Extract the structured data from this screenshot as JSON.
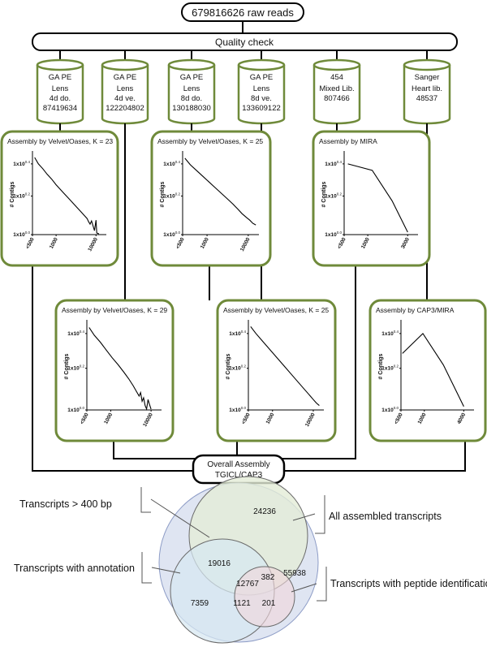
{
  "top": {
    "raw_reads": "679816626 raw reads",
    "quality_check": "Quality check"
  },
  "libraries": [
    {
      "tech": "GA PE",
      "lines": [
        "Lens",
        "4d do.",
        "87419634"
      ]
    },
    {
      "tech": "GA PE",
      "lines": [
        "Lens",
        "4d ve.",
        "122204802"
      ]
    },
    {
      "tech": "GA PE",
      "lines": [
        "Lens",
        "8d do.",
        "130188030"
      ]
    },
    {
      "tech": "GA PE",
      "lines": [
        "Lens",
        "8d ve.",
        "133609122"
      ]
    },
    {
      "tech": "454",
      "lines": [
        "Mixed Lib.",
        "807466"
      ]
    },
    {
      "tech": "Sanger",
      "lines": [
        "Heart lib.",
        "48537"
      ]
    }
  ],
  "chart_data": [
    {
      "type": "line",
      "title": "Assembly by Velvet/Oases, K = 23",
      "ylabel": "# Contigs",
      "y_ticks": [
        "1x10^0.4",
        "1x10^0.2",
        "1x10^0.0"
      ],
      "x_ticks": [
        "<500",
        "1000",
        "10000"
      ],
      "points": [
        [
          0.03,
          0.04
        ],
        [
          0.08,
          0.12
        ],
        [
          0.14,
          0.18
        ],
        [
          0.2,
          0.25
        ],
        [
          0.26,
          0.31
        ],
        [
          0.32,
          0.38
        ],
        [
          0.38,
          0.44
        ],
        [
          0.44,
          0.5
        ],
        [
          0.5,
          0.56
        ],
        [
          0.56,
          0.62
        ],
        [
          0.62,
          0.68
        ],
        [
          0.66,
          0.72
        ],
        [
          0.7,
          0.76
        ],
        [
          0.74,
          0.8
        ],
        [
          0.76,
          0.84
        ],
        [
          0.78,
          0.87
        ],
        [
          0.8,
          0.83
        ],
        [
          0.82,
          0.89
        ],
        [
          0.84,
          0.95
        ],
        [
          0.86,
          0.82
        ],
        [
          0.87,
          0.98
        ],
        [
          0.9,
          0.99
        ]
      ]
    },
    {
      "type": "line",
      "title": "Assembly by Velvet/Oases, K = 25",
      "ylabel": "# Contigs",
      "y_ticks": [
        "1x10^0.4",
        "1x10^0.2",
        "1x10^0.0"
      ],
      "x_ticks": [
        "<500",
        "1000",
        "10000"
      ],
      "points": [
        [
          0.03,
          0.05
        ],
        [
          0.1,
          0.13
        ],
        [
          0.18,
          0.2
        ],
        [
          0.26,
          0.27
        ],
        [
          0.34,
          0.34
        ],
        [
          0.42,
          0.41
        ],
        [
          0.5,
          0.48
        ],
        [
          0.58,
          0.55
        ],
        [
          0.66,
          0.62
        ],
        [
          0.72,
          0.68
        ],
        [
          0.78,
          0.74
        ],
        [
          0.84,
          0.79
        ],
        [
          0.88,
          0.82
        ],
        [
          0.92,
          0.86
        ],
        [
          0.96,
          0.88
        ]
      ]
    },
    {
      "type": "line",
      "title": "Assembly by MIRA",
      "ylabel": "# Contigs",
      "y_ticks": [
        "1x10^0.4",
        "1x10^0.2",
        "1x10^0.0"
      ],
      "x_ticks": [
        "<500",
        "1000",
        "3000"
      ],
      "points": [
        [
          0.05,
          0.12
        ],
        [
          0.38,
          0.2
        ],
        [
          0.65,
          0.58
        ],
        [
          0.86,
          0.97
        ]
      ]
    },
    {
      "type": "line",
      "title": "Assembly by Velvet/Oases, K = 29",
      "ylabel": "# Contigs",
      "y_ticks": [
        "1x10^0.4",
        "1x10^0.2",
        "1x10^0.0"
      ],
      "x_ticks": [
        "<500",
        "1000",
        "10000"
      ],
      "points": [
        [
          0.03,
          0.05
        ],
        [
          0.1,
          0.14
        ],
        [
          0.18,
          0.22
        ],
        [
          0.26,
          0.31
        ],
        [
          0.34,
          0.4
        ],
        [
          0.42,
          0.48
        ],
        [
          0.5,
          0.57
        ],
        [
          0.56,
          0.64
        ],
        [
          0.62,
          0.72
        ],
        [
          0.66,
          0.78
        ],
        [
          0.7,
          0.84
        ],
        [
          0.72,
          0.8
        ],
        [
          0.74,
          0.9
        ],
        [
          0.76,
          0.86
        ],
        [
          0.78,
          0.95
        ],
        [
          0.8,
          0.99
        ],
        [
          0.82,
          0.88
        ],
        [
          0.84,
          0.94
        ],
        [
          0.86,
          0.99
        ]
      ]
    },
    {
      "type": "line",
      "title": "Assembly by Velvet/Oases, K = 25",
      "ylabel": "# Contigs",
      "y_ticks": [
        "1x10^0.4",
        "1x10^0.2",
        "1x10^0.0"
      ],
      "x_ticks": [
        "<500",
        "1000",
        "10000"
      ],
      "points": [
        [
          0.03,
          0.04
        ],
        [
          0.1,
          0.12
        ],
        [
          0.18,
          0.2
        ],
        [
          0.26,
          0.28
        ],
        [
          0.34,
          0.36
        ],
        [
          0.42,
          0.44
        ],
        [
          0.5,
          0.52
        ],
        [
          0.58,
          0.6
        ],
        [
          0.66,
          0.68
        ],
        [
          0.74,
          0.76
        ],
        [
          0.8,
          0.82
        ],
        [
          0.86,
          0.88
        ],
        [
          0.9,
          0.92
        ],
        [
          0.94,
          0.95
        ]
      ]
    },
    {
      "type": "line",
      "title": "Assembly by CAP3/MIRA",
      "ylabel": "# Contigs",
      "y_ticks": [
        "1x10^0.4",
        "1x10^0.2",
        "1x10^0.0"
      ],
      "x_ticks": [
        "<500",
        "1000",
        "4000"
      ],
      "points": [
        [
          0.02,
          0.35
        ],
        [
          0.3,
          0.12
        ],
        [
          0.58,
          0.48
        ],
        [
          0.86,
          0.96
        ]
      ]
    }
  ],
  "overall": {
    "line1": "Overall Assembly",
    "line2": "TGICL/CAP3"
  },
  "venn": {
    "labels": {
      "gt400": "Transcripts > 400 bp",
      "all": "All assembled transcripts",
      "annotation": "Transcripts with annotation",
      "peptide": "Transcripts with peptide identification"
    },
    "values": {
      "only_400": "24236",
      "all_only": "55938",
      "ann_400": "19016",
      "center": "12767",
      "pep_400": "382",
      "ann_only": "7359",
      "ann_pep": "1121",
      "pep_only": "201"
    },
    "colors": {
      "outer": "#dfe5f2",
      "gt400": "#e3ecd7",
      "annotation": "#d7e7f1",
      "peptide": "#f1d6db"
    }
  },
  "colors": {
    "box_border": "#6f8a3a"
  }
}
